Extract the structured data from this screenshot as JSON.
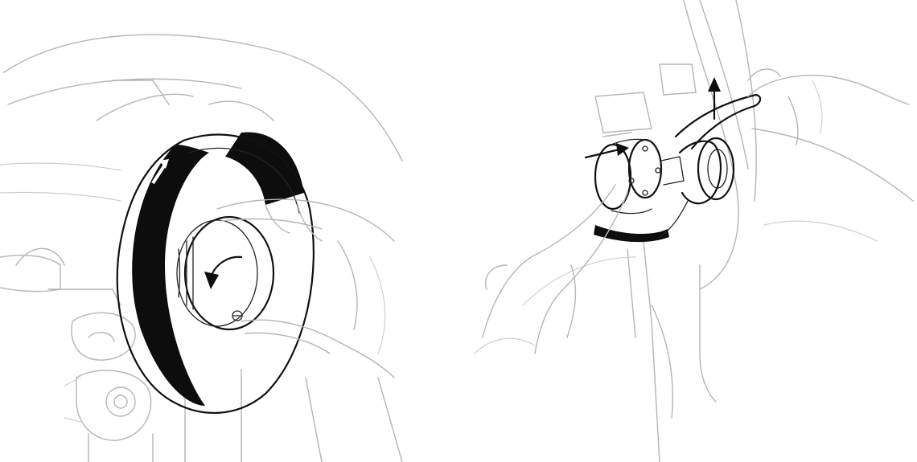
{
  "figure": {
    "panels": [
      {
        "id": "left",
        "depicts": [
          "hand",
          "handwheel",
          "rotation-arrow",
          "direction-arrow"
        ]
      },
      {
        "id": "right",
        "depicts": [
          "hand",
          "hand-pointer",
          "bobbin-winder",
          "push-arrow",
          "lift-arrow"
        ]
      }
    ],
    "colors": {
      "ink": "#111111",
      "sketch": "#b5b5b5",
      "background": "#ffffff"
    }
  }
}
